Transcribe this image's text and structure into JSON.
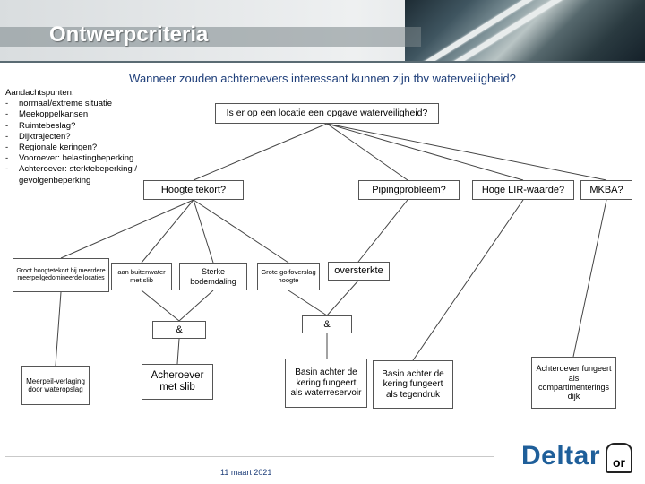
{
  "title": "Ontwerpcriteria",
  "subtitle": "Wanneer zouden achteroevers interessant kunnen zijn tbv waterveiligheid?",
  "notes": {
    "heading": "Aandachtspunten:",
    "items": [
      "normaal/extreme situatie",
      "Meekoppelkansen",
      "Ruimtebeslag?",
      "Dijktrajecten?",
      "Regionale keringen?",
      "Vooroever: belastingbeperking",
      "Achteroever: sterktebeperking /"
    ],
    "continuation": "gevolgenbeperking",
    "bullet": "-"
  },
  "diagram": {
    "root": "Is er op een locatie een opgave waterveiligheid?",
    "hoogte": "Hoogte tekort?",
    "piping": "Pipingprobleem?",
    "lir": "Hoge LIR-waarde?",
    "mkba": "MKBA?",
    "groot": "Groot hoogtetekort bij meerdere meerpeilgedomineerde locaties",
    "aanbuiten": "aan buitenwater met slib",
    "sterke": "Sterke bodemdaling",
    "grote": "Grote golfoverslag hoogte",
    "oversterkte": "oversterkte",
    "amp_left": "&",
    "amp_right": "&",
    "meerpeil": "Meerpeil-verlaging door wateropslag",
    "slib": "Acheroever met slib",
    "basin_res": "Basin achter de kering fungeert als waterreservoir",
    "basin_teg": "Basin achter de kering fungeert als tegendruk",
    "compart": "Achteroever fungeert als compartimenterings dijk"
  },
  "footer": {
    "date": "11 maart 2021",
    "logo_main": "Deltar",
    "logo_end": "or"
  },
  "colors": {
    "accent": "#1f3f7a",
    "logo": "#1f5f9a",
    "header": "#7b868b"
  }
}
